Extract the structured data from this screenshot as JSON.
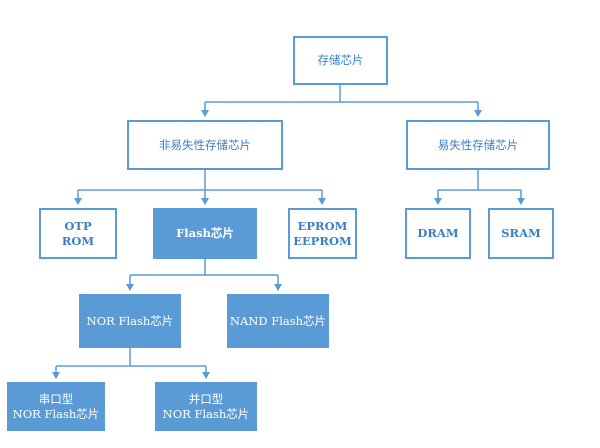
{
  "nodes": {
    "root": "存储芯片",
    "nonvolatile": "非易失性存储芯片",
    "volatile": "易失性存储芯片",
    "otp": "OTP\nROM",
    "flash": "Flash芯片",
    "eprom": "EPROM\nEEPROM",
    "dram": "DRAM",
    "sram": "SRAM",
    "nor": "NOR Flash芯片",
    "nand": "NAND Flash芯片",
    "serial_nor": "串口型\nNOR Flash芯片",
    "parallel_nor": "并口型\nNOR Flash芯片"
  },
  "colors": {
    "line": "#5b9bd5",
    "box_border": "#5b9bd5",
    "box_fill": "#5b9bd5",
    "text_outline": "#3a7fc4"
  }
}
